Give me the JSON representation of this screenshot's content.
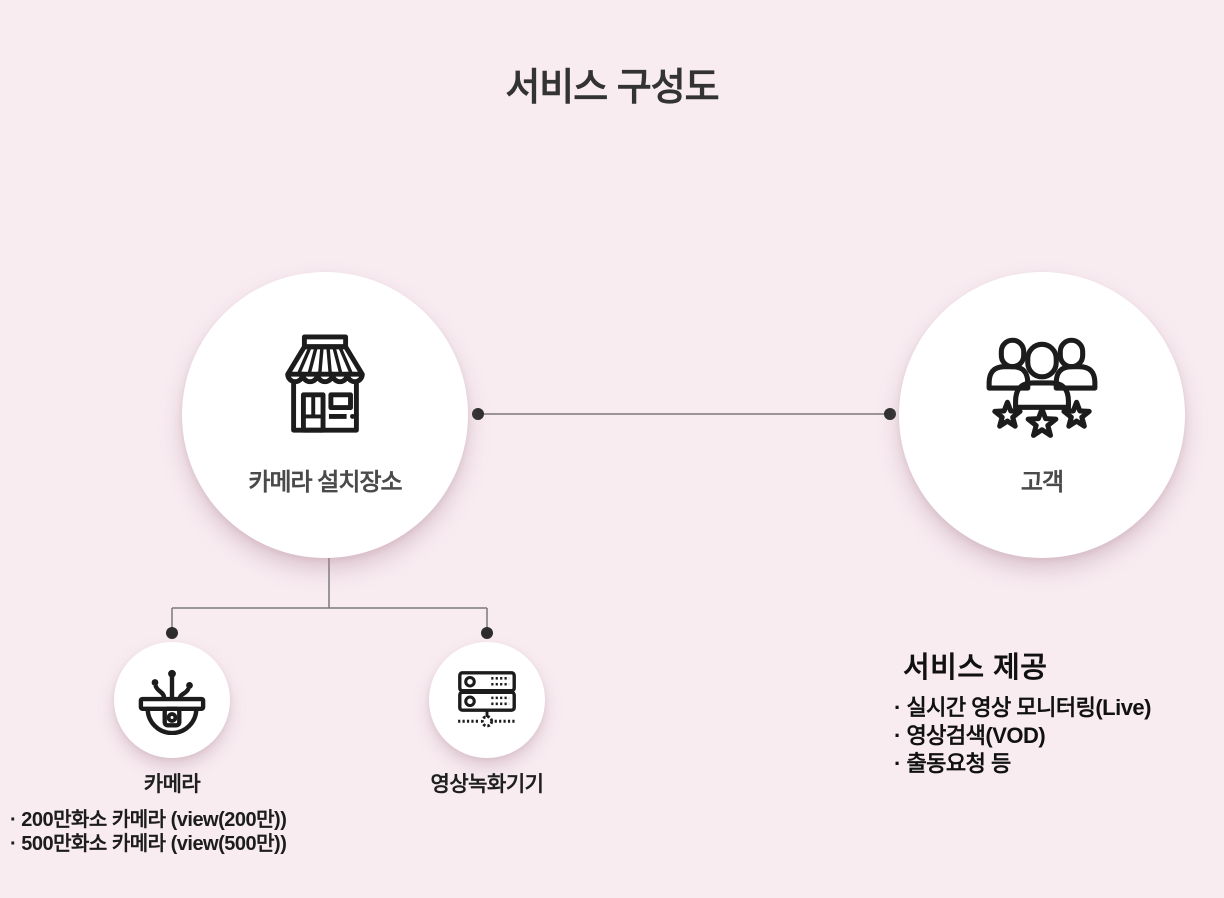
{
  "page": {
    "title": "서비스 구성도"
  },
  "nodes": {
    "site": {
      "label": "카메라 설치장소",
      "icon": "storefront-icon"
    },
    "customer": {
      "label": "고객",
      "icon": "customers-icon"
    },
    "camera": {
      "label": "카메라",
      "icon": "dome-camera-icon"
    },
    "recorder": {
      "label": "영상녹화기기",
      "icon": "server-icon"
    }
  },
  "camera_specs": {
    "items": [
      "· 200만화소 카메라 (view(200만))",
      "· 500만화소 카메라 (view(500만))"
    ]
  },
  "services": {
    "heading": "서비스 제공",
    "items": [
      "· 실시간 영상 모니터링(Live)",
      "· 영상검색(VOD)",
      "· 출동요청 등"
    ]
  },
  "colors": {
    "background": "#f8ecf1",
    "node_fill": "#ffffff",
    "icon_stroke": "#1c1c1c",
    "connector_line": "#7a7a7a",
    "connector_dot": "#2d2d2d",
    "title_text": "#333333",
    "label_text": "#4a4a4a",
    "body_text": "#1c1c1c"
  }
}
